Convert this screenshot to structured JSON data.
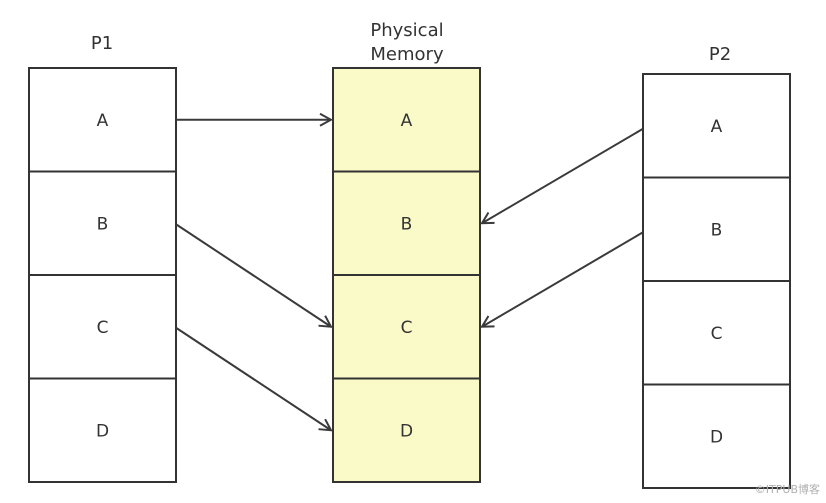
{
  "p1": {
    "title": "P1",
    "blocks": [
      "A",
      "B",
      "C",
      "D"
    ]
  },
  "memory": {
    "title_line1": "Physical",
    "title_line2": "Memory",
    "blocks": [
      "A",
      "B",
      "C",
      "D"
    ]
  },
  "p2": {
    "title": "P2",
    "blocks": [
      "A",
      "B",
      "C",
      "D"
    ]
  },
  "mappings": [
    {
      "from": "P1",
      "from_block": "A",
      "to_block": "A"
    },
    {
      "from": "P1",
      "from_block": "B",
      "to_block": "C"
    },
    {
      "from": "P1",
      "from_block": "C",
      "to_block": "D"
    },
    {
      "from": "P2",
      "from_block": "A",
      "to_block": "B"
    },
    {
      "from": "P2",
      "from_block": "B",
      "to_block": "C"
    }
  ],
  "colors": {
    "memory_fill": "#fafac8",
    "box_stroke": "#333333",
    "arrow": "#3a3a3a",
    "process_fill": "#ffffff"
  },
  "watermark": "©ITPUB博客"
}
